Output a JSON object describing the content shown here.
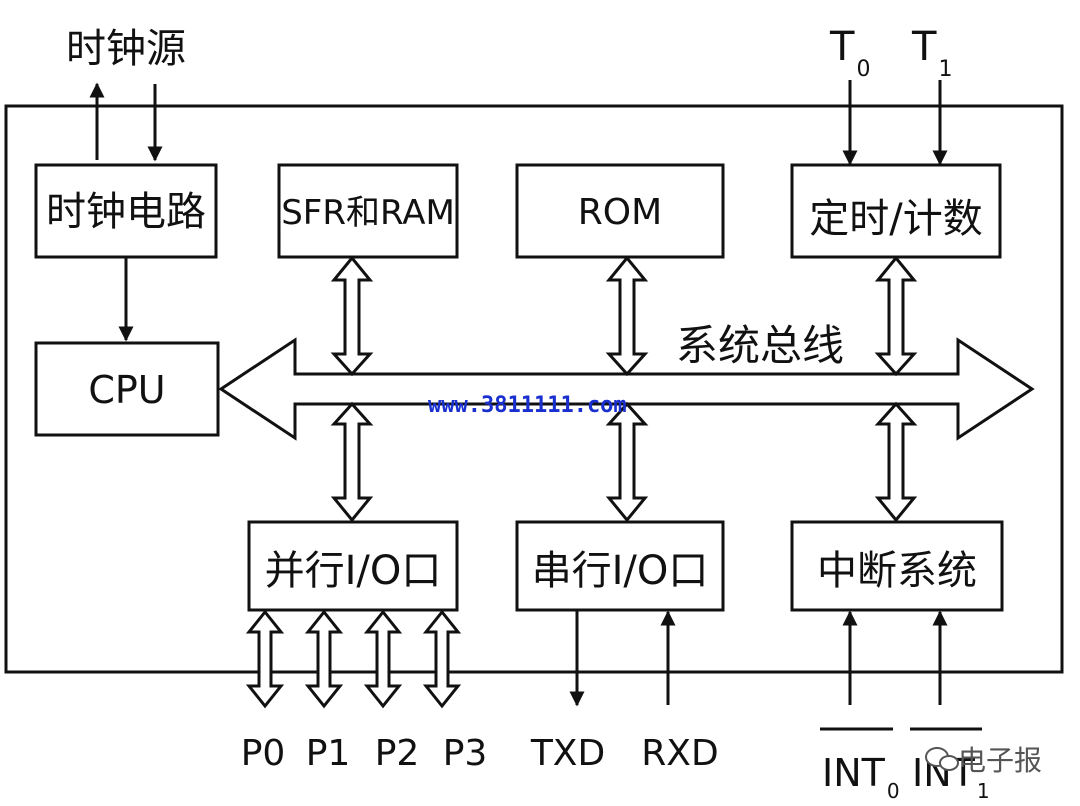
{
  "diagram": {
    "labels": {
      "clock_source": "时钟源",
      "t0_main": "T",
      "t0_sub": "0",
      "t1_main": "T",
      "t1_sub": "1",
      "clock_circuit": "时钟电路",
      "sfr_ram": "SFR和RAM",
      "rom": "ROM",
      "timer_counter": "定时/计数",
      "cpu": "CPU",
      "system_bus": "系统总线",
      "watermark": "www.3811111.com",
      "parallel_io": "并行I/O口",
      "serial_io": "串行I/O口",
      "interrupt_system": "中断系统",
      "p0": "P0",
      "p1": "P1",
      "p2": "P2",
      "p3": "P3",
      "txd": "TXD",
      "rxd": "RXD",
      "int0_main": "INT",
      "int0_sub": "0",
      "int1_main": "INT",
      "int1_sub": "1",
      "brand": "电子报"
    },
    "colors": {
      "line": "#111111",
      "watermark": "#1a2fd0",
      "brand": "#555555"
    }
  }
}
